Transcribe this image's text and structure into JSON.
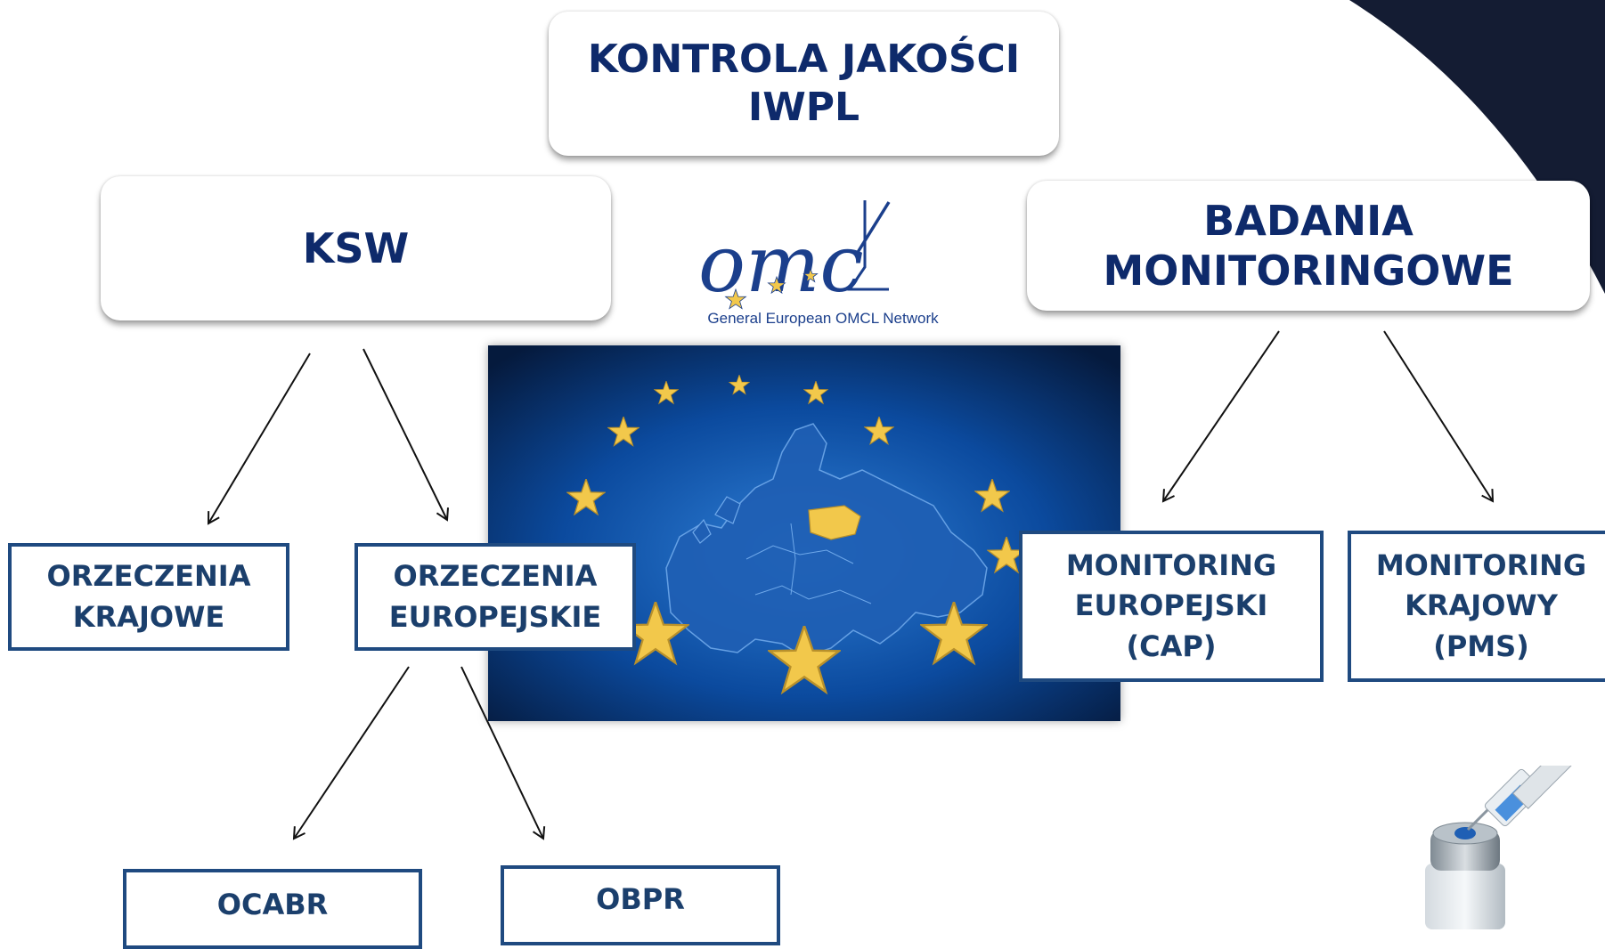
{
  "title_box": {
    "label": "KONTROLA JAKOŚCI\nIWPL"
  },
  "ksw_box": {
    "label": "KSW"
  },
  "badania_box": {
    "label": "BADANIA\nMONITORINGOWE"
  },
  "logo": {
    "wordmark": "omcl",
    "caption": "General European OMCL Network"
  },
  "nodes": {
    "orzeczenia_krajowe": "ORZECZENIA\nKRAJOWE",
    "orzeczenia_europejskie": "ORZECZENIA\nEUROPEJSKIE",
    "monitoring_europejski": "MONITORING\nEUROPEJSKI\n(CAP)",
    "monitoring_krajowy": "MONITORING\nKRAJOWY\n(PMS)",
    "ocabr": "OCABR",
    "obpr": "OBPR"
  },
  "colors": {
    "navy": "#0e2a6b",
    "box_border": "#1f4a80",
    "corner": "#141c33",
    "eu_blue": "#0a3f8f",
    "star_gold": "#f2c84b"
  }
}
